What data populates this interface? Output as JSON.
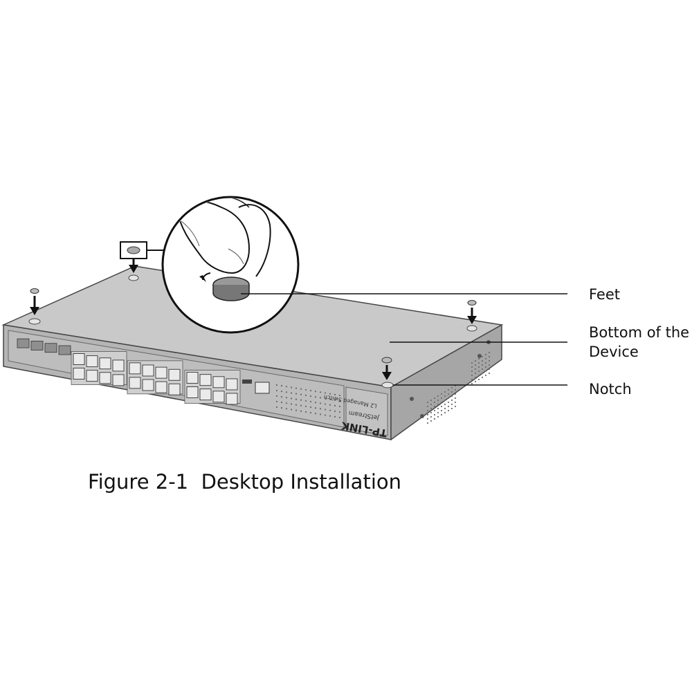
{
  "labels": {
    "feet": "Feet",
    "bottom_line1": "Bottom of the",
    "bottom_line2": "Device",
    "notch": "Notch"
  },
  "caption": "Figure 2-1  Desktop Installation",
  "device": {
    "brand": "TP-LINK",
    "series": "JetStream",
    "model_text": "L2 Managed Switch"
  },
  "colors": {
    "body_top": "#c9c9c9",
    "body_front": "#b4b4b4",
    "body_side": "#a6a6a6",
    "outline": "#444444",
    "port": "#e9e9e9",
    "background": "#ffffff"
  }
}
